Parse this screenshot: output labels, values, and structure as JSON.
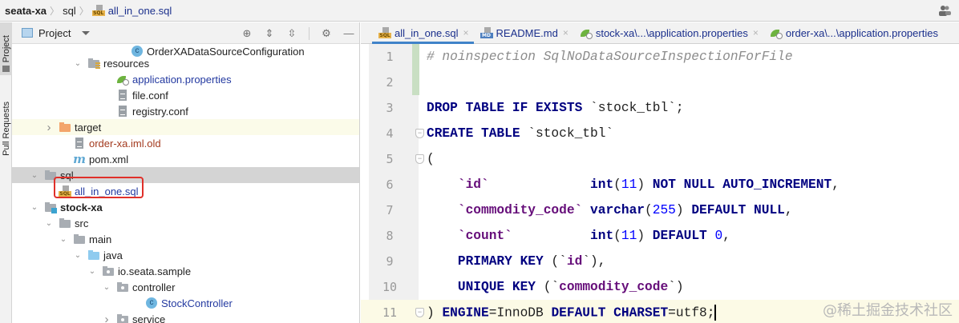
{
  "navbar": {
    "crumbs": [
      "seata-xa",
      "sql",
      "all_in_one.sql"
    ],
    "right_icon": "users-icon"
  },
  "toolstrip": {
    "tabs": [
      "Project",
      "Pull Requests"
    ]
  },
  "project_panel": {
    "title": "Project",
    "tools": [
      "locate-icon",
      "expand-all-icon",
      "collapse-all-icon",
      "gear-icon",
      "minimize-icon"
    ],
    "tree": [
      {
        "label": "OrderXADataSourceConfiguration",
        "icon": "class",
        "indent": 130,
        "arrow": "none",
        "partial": true
      },
      {
        "label": "resources",
        "icon": "resources-folder",
        "indent": 76,
        "arrow": "down"
      },
      {
        "label": "application.properties",
        "icon": "spring",
        "indent": 112,
        "arrow": "none",
        "style": "link"
      },
      {
        "label": "file.conf",
        "icon": "file",
        "indent": 112,
        "arrow": "none"
      },
      {
        "label": "registry.conf",
        "icon": "file",
        "indent": 112,
        "arrow": "none"
      },
      {
        "label": "target",
        "icon": "folder-orange",
        "indent": 40,
        "arrow": "right",
        "row_style": "yellow"
      },
      {
        "label": "order-xa.iml.old",
        "icon": "file",
        "indent": 58,
        "arrow": "none",
        "style": "orange"
      },
      {
        "label": "pom.xml",
        "icon": "maven",
        "indent": 58,
        "arrow": "none"
      },
      {
        "label": "sql",
        "icon": "folder",
        "indent": 22,
        "arrow": "down",
        "row_style": "selected"
      },
      {
        "label": "all_in_one.sql",
        "icon": "sql",
        "indent": 40,
        "arrow": "none",
        "style": "link"
      },
      {
        "label": "stock-xa",
        "icon": "module",
        "indent": 22,
        "arrow": "down",
        "style": "bold"
      },
      {
        "label": "src",
        "icon": "folder",
        "indent": 40,
        "arrow": "down"
      },
      {
        "label": "main",
        "icon": "folder",
        "indent": 58,
        "arrow": "down"
      },
      {
        "label": "java",
        "icon": "folder-blue",
        "indent": 76,
        "arrow": "down"
      },
      {
        "label": "io.seata.sample",
        "icon": "package",
        "indent": 94,
        "arrow": "down"
      },
      {
        "label": "controller",
        "icon": "package",
        "indent": 112,
        "arrow": "down"
      },
      {
        "label": "StockController",
        "icon": "class",
        "indent": 148,
        "arrow": "none",
        "style": "link"
      },
      {
        "label": "service",
        "icon": "package",
        "indent": 112,
        "arrow": "right"
      }
    ]
  },
  "editor": {
    "tabs": [
      {
        "label": "all_in_one.sql",
        "icon": "sql",
        "active": true,
        "close": "×"
      },
      {
        "label": "README.md",
        "icon": "md",
        "active": false,
        "close": "×"
      },
      {
        "label": "stock-xa\\...\\application.properties",
        "icon": "spring",
        "active": false,
        "close": "×"
      },
      {
        "label": "order-xa\\...\\application.properties",
        "icon": "spring",
        "active": false
      }
    ],
    "lines": [
      {
        "n": "1",
        "tokens": [
          [
            "cmt",
            "# noinspection SqlNoDataSourceInspectionForFile"
          ]
        ]
      },
      {
        "n": "2",
        "tokens": []
      },
      {
        "n": "3",
        "tokens": [
          [
            "kw",
            "DROP TABLE IF EXISTS"
          ],
          [
            "",
            " `stock_tbl`;"
          ]
        ]
      },
      {
        "n": "4",
        "fold": true,
        "tokens": [
          [
            "kw",
            "CREATE TABLE"
          ],
          [
            "",
            " `stock_tbl`"
          ]
        ]
      },
      {
        "n": "5",
        "fold": true,
        "tokens": [
          [
            "",
            "("
          ]
        ]
      },
      {
        "n": "6",
        "tokens": [
          [
            "",
            "    "
          ],
          [
            "id",
            "`id`"
          ],
          [
            "",
            "             "
          ],
          [
            "kw",
            "int"
          ],
          [
            "",
            "("
          ],
          [
            "num",
            "11"
          ],
          [
            "",
            ") "
          ],
          [
            "kw",
            "NOT NULL AUTO_INCREMENT"
          ],
          [
            "",
            ","
          ]
        ]
      },
      {
        "n": "7",
        "tokens": [
          [
            "",
            "    "
          ],
          [
            "id",
            "`commodity_code`"
          ],
          [
            "",
            " "
          ],
          [
            "kw",
            "varchar"
          ],
          [
            "",
            "("
          ],
          [
            "num",
            "255"
          ],
          [
            "",
            ") "
          ],
          [
            "kw",
            "DEFAULT NULL"
          ],
          [
            "",
            ","
          ]
        ]
      },
      {
        "n": "8",
        "tokens": [
          [
            "",
            "    "
          ],
          [
            "id",
            "`count`"
          ],
          [
            "",
            "          "
          ],
          [
            "kw",
            "int"
          ],
          [
            "",
            "("
          ],
          [
            "num",
            "11"
          ],
          [
            "",
            ") "
          ],
          [
            "kw",
            "DEFAULT"
          ],
          [
            "",
            " "
          ],
          [
            "num",
            "0"
          ],
          [
            "",
            ","
          ]
        ]
      },
      {
        "n": "9",
        "tokens": [
          [
            "",
            "    "
          ],
          [
            "kw",
            "PRIMARY KEY"
          ],
          [
            "",
            " (`"
          ],
          [
            "id",
            "id"
          ],
          [
            "",
            "`),"
          ]
        ]
      },
      {
        "n": "10",
        "tokens": [
          [
            "",
            "    "
          ],
          [
            "kw",
            "UNIQUE KEY"
          ],
          [
            "",
            " (`"
          ],
          [
            "id",
            "commodity_code"
          ],
          [
            "",
            "`)"
          ]
        ]
      },
      {
        "n": "11",
        "fold": true,
        "current": true,
        "tokens": [
          [
            "",
            ") "
          ],
          [
            "kw",
            "ENGINE"
          ],
          [
            "",
            "=InnoDB "
          ],
          [
            "kw",
            "DEFAULT CHARSET"
          ],
          [
            "",
            "=utf8;"
          ]
        ]
      }
    ]
  },
  "watermark": "@稀土掘金技术社区"
}
